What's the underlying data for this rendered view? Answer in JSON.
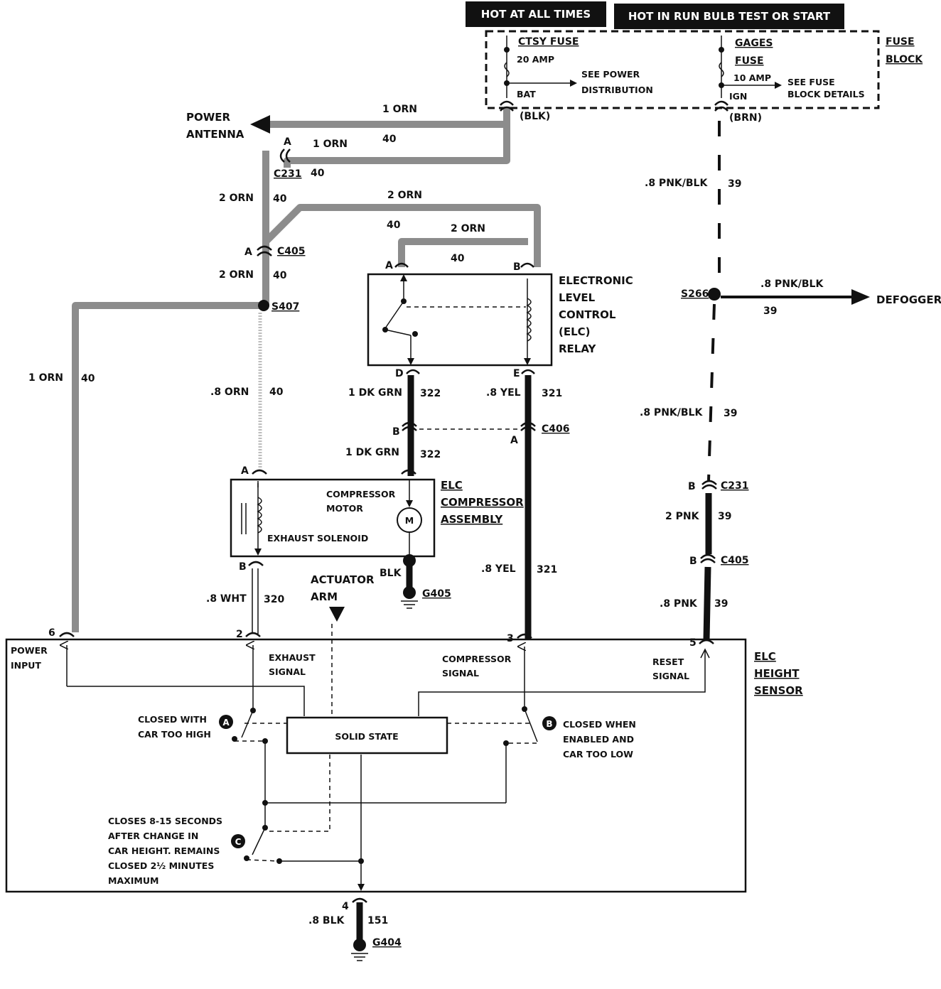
{
  "headers": {
    "hot_at_all_times": "HOT AT ALL TIMES",
    "hot_in_run": "HOT IN RUN BULB TEST OR START"
  },
  "fuse_block": {
    "title_1": "FUSE",
    "title_2": "BLOCK",
    "ctsy_fuse": "CTSY FUSE",
    "ctsy_amp": "20 AMP",
    "see_power_1": "SEE POWER",
    "see_power_2": "DISTRIBUTION",
    "bat": "BAT",
    "blk": "(BLK)",
    "gages_1": "GAGES",
    "gages_2": "FUSE",
    "gages_amp": "10 AMP",
    "see_fuse_1": "SEE FUSE",
    "see_fuse_2": "BLOCK DETAILS",
    "ign": "IGN",
    "brn": "(BRN)"
  },
  "wires": {
    "orn_1a": "1 ORN",
    "orn_1b": "1 ORN",
    "num_40": "40",
    "power_antenna_1": "POWER",
    "power_antenna_2": "ANTENNA",
    "c231": "C231",
    "pin_a": "A",
    "pin_b": "B",
    "pin_d": "D",
    "pin_e": "E",
    "orn_2a": "2 ORN",
    "orn_2b": "2 ORN",
    "orn_2c": "2 ORN",
    "orn_2d": "2 ORN",
    "c405": "C405",
    "s407": "S407",
    "orn_1_left": "1 ORN",
    "orn_08": ".8 ORN",
    "dkgrn_1a": "1 DK GRN",
    "dkgrn_1b": "1 DK GRN",
    "num_322": "322",
    "yel_08a": ".8 YEL",
    "yel_08b": ".8 YEL",
    "num_321": "321",
    "c406": "C406",
    "pnkblk_a": ".8 PNK/BLK",
    "pnkblk_b": ".8 PNK/BLK",
    "pnkblk_c": ".8 PNK/BLK",
    "num_39": "39",
    "s266": "S266",
    "defogger": "DEFOGGER",
    "pnk_2": "2 PNK",
    "pnk_08": ".8 PNK",
    "wht_08": ".8 WHT",
    "num_320": "320",
    "blk_wire": "BLK",
    "g405": "G405",
    "blk_08": ".8 BLK",
    "num_151": "151",
    "g404": "G404"
  },
  "relay": {
    "l1": "ELECTRONIC",
    "l2": "LEVEL",
    "l3": "CONTROL",
    "l4": "(ELC)",
    "l5": "RELAY"
  },
  "compressor": {
    "motor_1": "COMPRESSOR",
    "motor_2": "MOTOR",
    "exhaust": "EXHAUST SOLENOID",
    "m": "M",
    "t1": "ELC",
    "t2": "COMPRESSOR",
    "t3": "ASSEMBLY"
  },
  "sensor": {
    "actuator_1": "ACTUATOR",
    "actuator_2": "ARM",
    "t1": "ELC",
    "t2": "HEIGHT",
    "t3": "SENSOR",
    "power_1": "POWER",
    "power_2": "INPUT",
    "exhaust_1": "EXHAUST",
    "exhaust_2": "SIGNAL",
    "comp_1": "COMPRESSOR",
    "comp_2": "SIGNAL",
    "reset_1": "RESET",
    "reset_2": "SIGNAL",
    "solid_state": "SOLID STATE",
    "a_1": "CLOSED WITH",
    "a_2": "CAR TOO HIGH",
    "b_1": "CLOSED WHEN",
    "b_2": "ENABLED AND",
    "b_3": "CAR TOO LOW",
    "c_1": "CLOSES 8-15 SECONDS",
    "c_2": "AFTER CHANGE IN",
    "c_3": "CAR HEIGHT. REMAINS",
    "c_4": "CLOSED 2½ MINUTES",
    "c_5": "MAXIMUM",
    "sw_a": "A",
    "sw_b": "B",
    "sw_c": "C",
    "pin_6": "6",
    "pin_2": "2",
    "pin_3": "3",
    "pin_5": "5",
    "pin_4": "4"
  }
}
